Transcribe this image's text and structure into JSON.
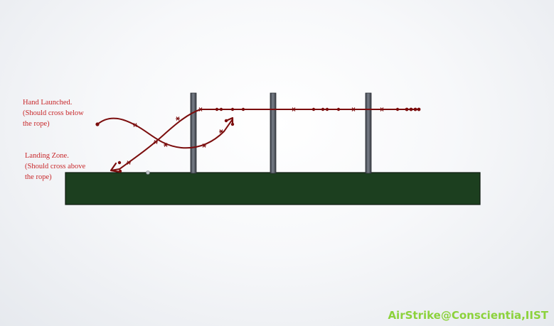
{
  "annotations": {
    "hand_launched": [
      "Hand Launched.",
      "(Should cross below",
      "the rope)"
    ],
    "landing_zone": [
      "Landing Zone.",
      "(Should cross above",
      "the rope)"
    ]
  },
  "credit": "AirStrike@Conscientia,IIST",
  "colors": {
    "path": "#7b0d0d",
    "annotation_text": "#c8282b",
    "ground": "#1c3f1f",
    "pole": "#4a4f57",
    "credit": "#8cd23c"
  }
}
